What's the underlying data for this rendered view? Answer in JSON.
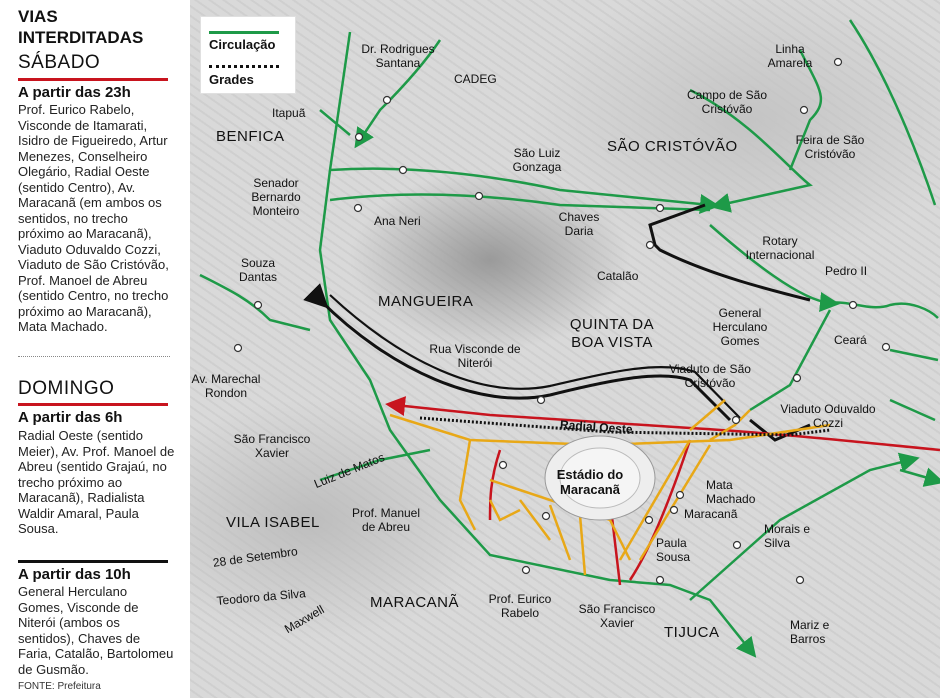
{
  "title": "VIAS INTERDITADAS",
  "saturday": {
    "day": "SÁBADO",
    "heading": "A partir das 23h",
    "body": "Prof. Eurico Rabelo, Visconde de Itamarati, Isidro de Figueiredo, Artur Menezes, Conselheiro Olegário, Radial Oeste (sentido Centro), Av. Maracanã (em ambos os sentidos, no trecho próximo ao Maracanã), Viaduto Oduvaldo Cozzi, Viaduto de São Cristóvão, Prof. Manoel de Abreu (sentido Centro, no trecho próximo ao Maracanã), Mata Machado."
  },
  "sunday": {
    "day": "DOMINGO",
    "block1": {
      "heading": "A partir das 6h",
      "body": "Radial Oeste (sentido Meier), Av. Prof. Manoel de Abreu (sentido Grajaú, no trecho próximo ao Maracanã), Radialista Waldir Amaral, Paula Sousa."
    },
    "block2": {
      "heading": "A partir das 10h",
      "body": "General Herculano Gomes, Visconde de Niterói (ambos os sentidos), Chaves de Faria, Catalão, Bartolomeu de Gusmão."
    }
  },
  "source": "FONTE: Prefeitura",
  "legend": {
    "circulation": "Circulação",
    "barriers": "Grades"
  },
  "colors": {
    "circulation": "#1e9a48",
    "barriers": "#111111",
    "radial_oeste": "#c8141e",
    "stadium_access": "#e8a817"
  },
  "neighborhoods": {
    "benfica": "BENFICA",
    "sao_cristovao": "SÃO CRISTÓVÃO",
    "mangueira": "MANGUEIRA",
    "quinta": "QUINTA DA BOA VISTA",
    "vila_isabel": "VILA ISABEL",
    "maracana": "MARACANÃ",
    "tijuca": "TIJUCA"
  },
  "stadium": "Estádio do Maracanã",
  "streets": {
    "dr_rodrigues": "Dr. Rodrigues Santana",
    "cadeg": "CADEG",
    "itapua": "Itapuã",
    "linha_amarela": "Linha Amarela",
    "campo_sc": "Campo de São Cristóvão",
    "feira_sc": "Feira de São Cristóvão",
    "senador": "Senador Bernardo Monteiro",
    "sao_luiz": "São Luiz Gonzaga",
    "ana_neri": "Ana Neri",
    "chaves_daria": "Chaves Daria",
    "catalao": "Catalão",
    "rotary": "Rotary Internacional",
    "pedro_ii": "Pedro II",
    "souza_dantas": "Souza Dantas",
    "ceara": "Ceará",
    "general_herculano": "General Herculano Gomes",
    "rua_visconde": "Rua Visconde de Niterói",
    "av_marechal": "Av. Marechal Rondon",
    "viaduto_sc": "Viaduto de São Cristóvão",
    "viaduto_oc": "Viaduto Oduvaldo Cozzi",
    "radial_oeste": "Radial Oeste",
    "sao_francisco_xavier_w": "São Francisco Xavier",
    "luiz_de_matos": "Luiz de Matos",
    "mata_machado": "Mata Machado",
    "maracana_st": "Maracanã",
    "prof_manuel": "Prof. Manuel de Abreu",
    "paula_sousa": "Paula Sousa",
    "morais_silva": "Morais e Silva",
    "sete_setembro": "28 de Setembro",
    "teodoro": "Teodoro da Silva",
    "maxwell": "Maxwell",
    "prof_eurico": "Prof. Eurico Rabelo",
    "sao_francisco_xavier_s": "São Francisco Xavier",
    "mariz": "Mariz e Barros"
  }
}
